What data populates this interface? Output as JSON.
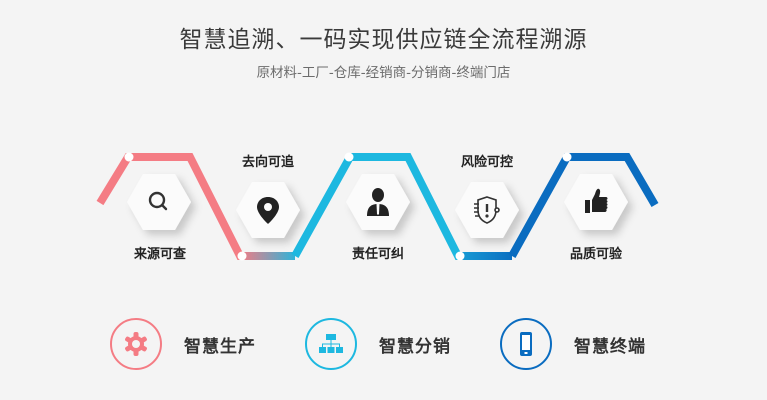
{
  "header": {
    "title": "智慧追溯、一码实现供应链全流程溯源",
    "subtitle": "原材料-工厂-仓库-经销商-分销商-终端门店"
  },
  "flow": {
    "colors": {
      "pink": "#f47c84",
      "cyan": "#1db8e0",
      "blue": "#0a6cc0"
    },
    "steps": [
      {
        "label": "来源可查",
        "icon": "search-icon",
        "label_position": "below"
      },
      {
        "label": "去向可追",
        "icon": "location-pin-icon",
        "label_position": "above"
      },
      {
        "label": "责任可纠",
        "icon": "person-icon",
        "label_position": "below"
      },
      {
        "label": "风险可控",
        "icon": "shield-alert-icon",
        "label_position": "above"
      },
      {
        "label": "品质可验",
        "icon": "thumbs-up-icon",
        "label_position": "below"
      }
    ]
  },
  "features": [
    {
      "label": "智慧生产",
      "icon": "gear-icon",
      "color": "#f47c84"
    },
    {
      "label": "智慧分销",
      "icon": "org-chart-icon",
      "color": "#1db8e0"
    },
    {
      "label": "智慧终端",
      "icon": "mobile-phone-icon",
      "color": "#0a6cc0"
    }
  ]
}
